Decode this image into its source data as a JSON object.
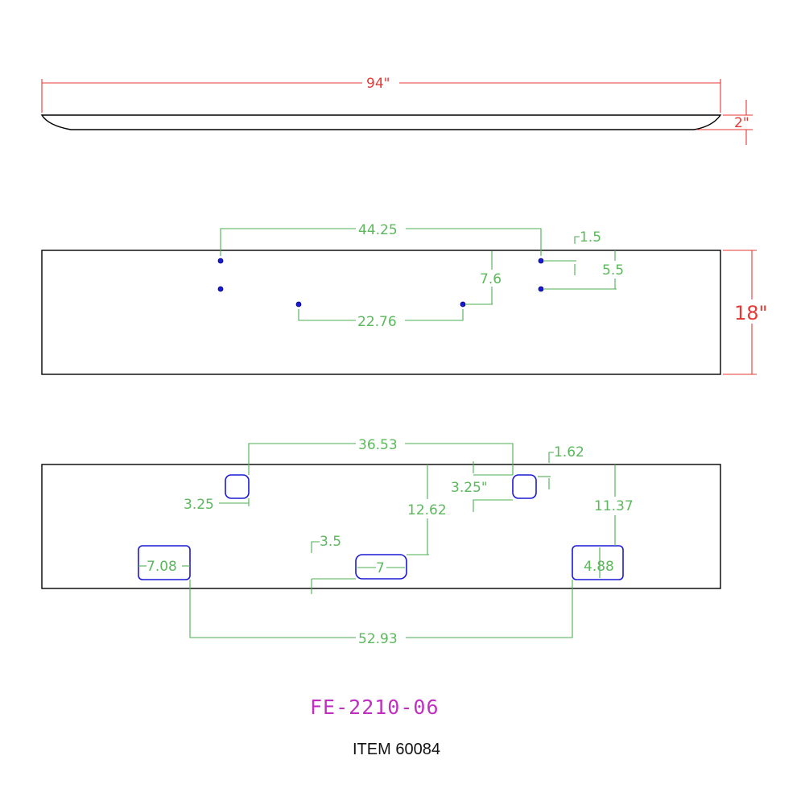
{
  "drawing": {
    "part_number": "FE-2210-06",
    "item": "ITEM 60084",
    "colors": {
      "outline": "#000000",
      "dimension": "#4caf50",
      "overall_dimension": "#e53935",
      "holes": "#1a1ad6",
      "part_number": "#c030c0"
    }
  },
  "top_view": {
    "length_label": "94\"",
    "depth_label": "2\""
  },
  "front_view": {
    "height_label": "18\"",
    "dims": {
      "outer_hole_spacing": "44.25",
      "inner_hole_spacing": "22.76",
      "inner_hole_offset": "7.6",
      "edge_offset": "1.5",
      "vertical_hole_spacing": "5.5"
    }
  },
  "rear_view": {
    "dims": {
      "upper_cutout_spacing": "36.53",
      "left_upper_cutout_size": "3.25",
      "right_upper_cutout_size": "3.25\"",
      "right_upper_cutout_edge": "1.62",
      "center_cutout_height": "12.62",
      "right_cutout_height": "11.37",
      "center_cutout_slot": "3.5",
      "left_cutout_width": "7.08",
      "center_cutout_width": "7",
      "right_cutout_width": "4.88",
      "lower_cutout_spacing": "52.93"
    }
  }
}
